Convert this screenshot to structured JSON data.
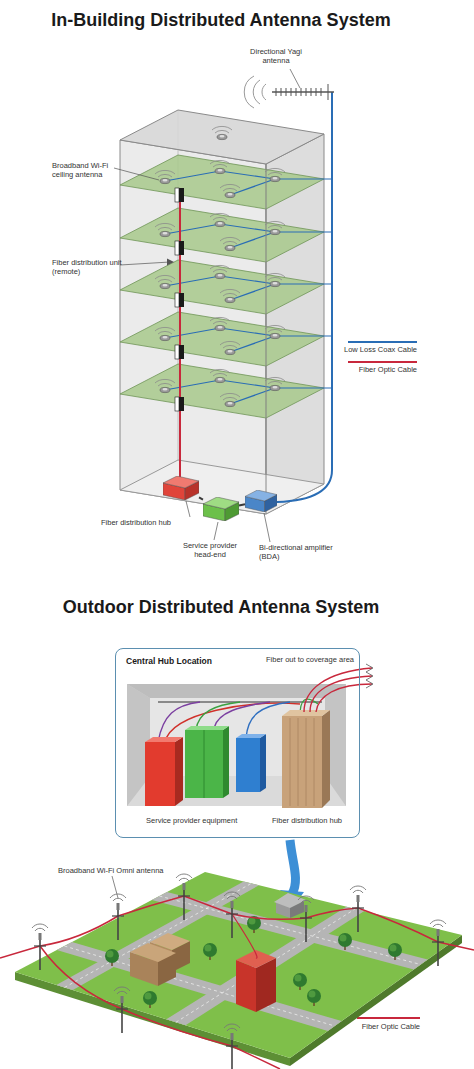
{
  "diagram": {
    "title": "In-Building Distributed Antenna System",
    "nodes": [
      {
        "text": [
          "Fiber distribution hub"
        ]
      },
      {
        "text": [
          "Service provider head-end"
        ]
      },
      {
        "text": [
          "Bi-directional amplifier (BDA)"
        ]
      },
      {
        "text": [
          "Central Hub Location"
        ]
      }
    ],
    "edges": [
      {
        "from": 0,
        "to": 1,
        "arrow": "none"
      },
      {
        "from": 1,
        "to": 2,
        "arrow": "none"
      }
    ],
    "labels": [
      "Directional Yagi antenna",
      "Broadband Wi-Fi ceiling antenna",
      "Fiber distribution unit (remote)",
      "Outdoor Distributed Antenna System",
      "Fiber out to coverage area",
      "Service provider equipment",
      "Fiber distribution hub",
      "Broadband Wi-Fi Omni antenna"
    ],
    "legend": [
      {
        "text": "Low Loss Coax Cable"
      },
      {
        "text": "Fiber Optic Cable"
      },
      {
        "text": "Fiber Optic Cable"
      }
    ]
  }
}
